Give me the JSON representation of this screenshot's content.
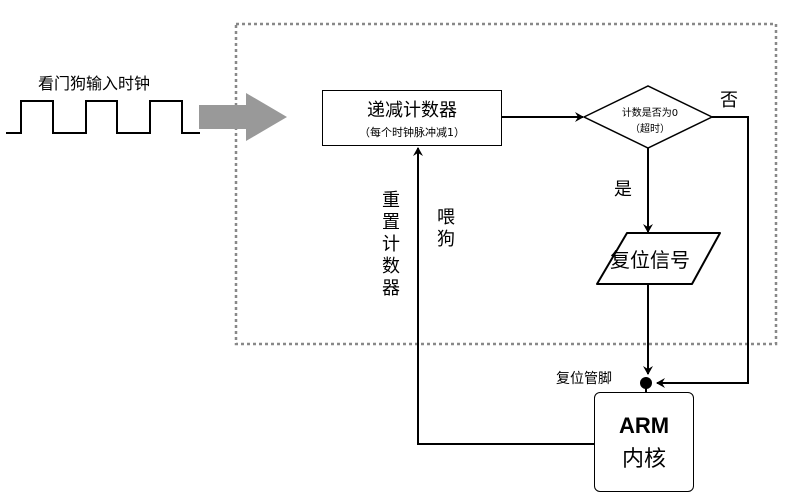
{
  "diagram": {
    "clock_input": {
      "label": "看门狗输入时钟",
      "waveform": "square-wave"
    },
    "counter": {
      "title": "递减计数器",
      "subtitle": "（每个时钟脉冲减1）"
    },
    "decision": {
      "line1": "计数是否为0",
      "line2": "（超时）",
      "yes_label": "是",
      "no_label": "否"
    },
    "reset_signal": {
      "label": "复位信号"
    },
    "reset_pin": {
      "label": "复位管脚"
    },
    "arm_core": {
      "line1": "ARM",
      "line2": "内核"
    },
    "feedback": {
      "reset_counter_label": "重置计数器",
      "feed_dog_label": "喂狗"
    },
    "colors": {
      "line": "#000000",
      "input_arrow": "#999999",
      "dotted_border": "#888888",
      "background": "#ffffff"
    }
  }
}
